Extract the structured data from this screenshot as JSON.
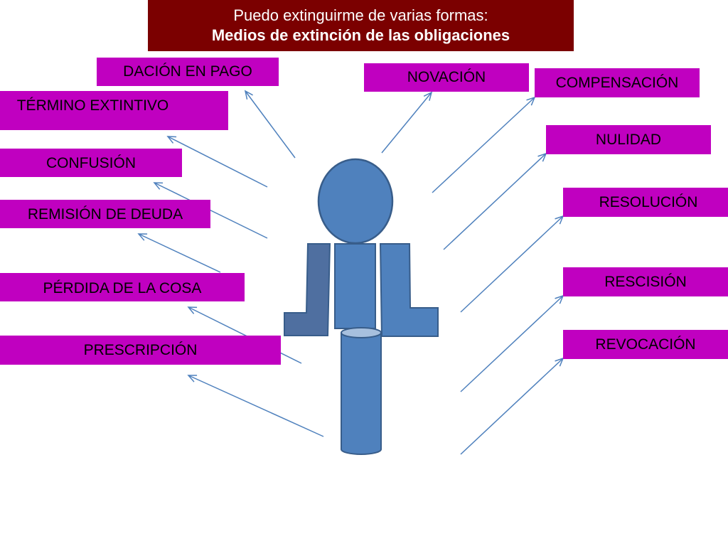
{
  "title": {
    "line1": "Puedo extinguirme de varias formas:",
    "line2": "Medios de extinción de las obligaciones"
  },
  "left_labels": [
    "DACIÓN EN PAGO",
    "TÉRMINO EXTINTIVO",
    "CONFUSIÓN",
    "REMISIÓN DE DEUDA",
    "PÉRDIDA DE LA COSA",
    "PRESCRIPCIÓN"
  ],
  "right_labels": [
    "NOVACIÓN",
    "COMPENSACIÓN",
    "NULIDAD",
    "RESOLUCIÓN",
    "RESCISIÓN",
    "REVOCACIÓN"
  ],
  "colors": {
    "title_background": "#7b0000",
    "label_background": "#c000c0",
    "figure_fill": "#4f81bd",
    "figure_stroke": "#385d8a",
    "arrow": "#4f81bd"
  }
}
